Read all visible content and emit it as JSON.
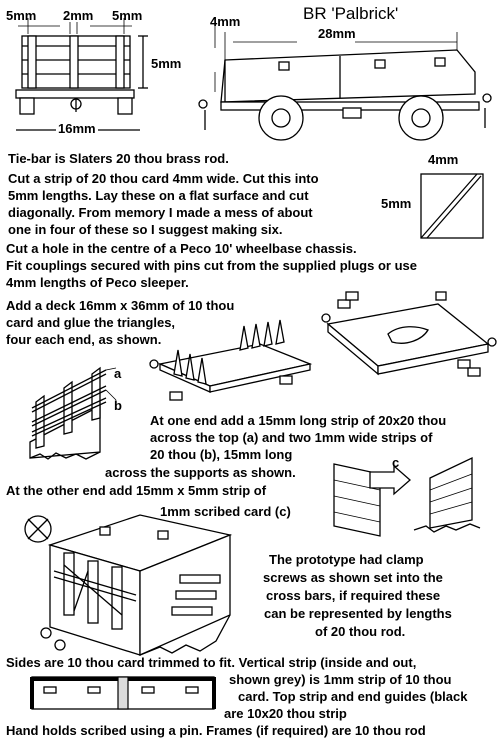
{
  "title": "BR 'Palbrick'",
  "dims": {
    "end_top_left": "5mm",
    "end_top_mid": "2mm",
    "end_top_right": "5mm",
    "end_height": "5mm",
    "end_width": "16mm",
    "side_height": "4mm",
    "side_length": "28mm",
    "strip_width": "4mm",
    "strip_length": "5mm",
    "label_a": "a",
    "label_b": "b",
    "label_c": "c"
  },
  "text": {
    "tiebar": "Tie-bar is Slaters 20 thou brass rod.",
    "strip_1": "Cut a strip of 20 thou card 4mm wide. Cut this into",
    "strip_2": "5mm lengths. Lay these on a flat surface and cut",
    "strip_3": "diagonally. From memory I made a mess of about",
    "strip_4": "one in four of these so I suggest making six.",
    "chassis_1": "Cut a hole in the centre of a Peco 10' wheelbase chassis.",
    "chassis_2": "Fit couplings secured with pins cut from the supplied plugs or use",
    "chassis_3": "4mm lengths of Peco sleeper.",
    "deck_1": "Add a deck 16mm x 36mm of 10 thou",
    "deck_2": "card and glue the triangles,",
    "deck_3": "four each end, as shown.",
    "end_1": "At one end add a 15mm long strip of 20x20 thou",
    "end_2": "across the top (a) and two 1mm wide strips of",
    "end_3": "20 thou (b), 15mm long",
    "end_4": "across the supports as shown.",
    "other_1": "At the other end add 15mm x 5mm strip of",
    "other_2": "1mm scribed card (c)",
    "proto_1": "The prototype had clamp",
    "proto_2": "screws as shown set into the",
    "proto_3": "cross bars, if required these",
    "proto_4": "can be represented by lengths",
    "proto_5": "of 20 thou rod.",
    "sides_1": "Sides are 10 thou card trimmed to fit. Vertical strip (inside and out,",
    "sides_2": "shown grey) is 1mm strip of 10 thou",
    "sides_3": "card. Top strip and end guides (black",
    "sides_4": "are 10x20 thou strip",
    "sides_5": "Hand holds scribed using a pin. Frames (if required) are 10 thou rod"
  }
}
